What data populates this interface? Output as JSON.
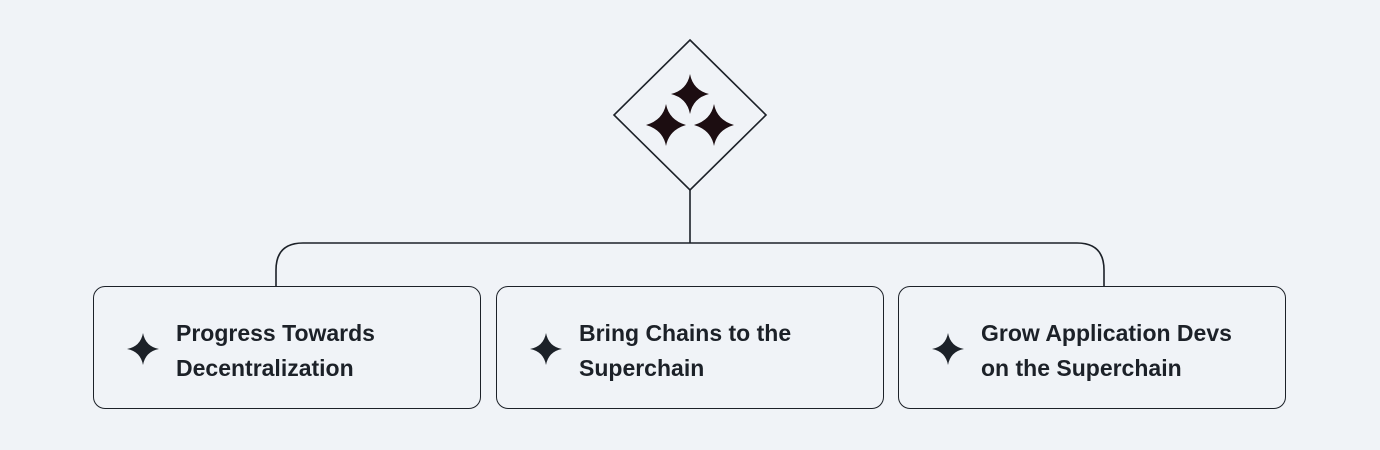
{
  "hub": {
    "icon": "three-sparkles-icon"
  },
  "goals": [
    {
      "icon": "sparkle-icon",
      "label": "Progress Towards\nDecentralization"
    },
    {
      "icon": "sparkle-icon",
      "label": "Bring Chains to the\nSuperchain"
    },
    {
      "icon": "sparkle-icon",
      "label": "Grow Application Devs\non the Superchain"
    }
  ],
  "colors": {
    "background": "#f0f3f7",
    "stroke": "#1c2128",
    "hub_sparkle": "#1c0d11",
    "card_sparkle": "#1c2128"
  }
}
